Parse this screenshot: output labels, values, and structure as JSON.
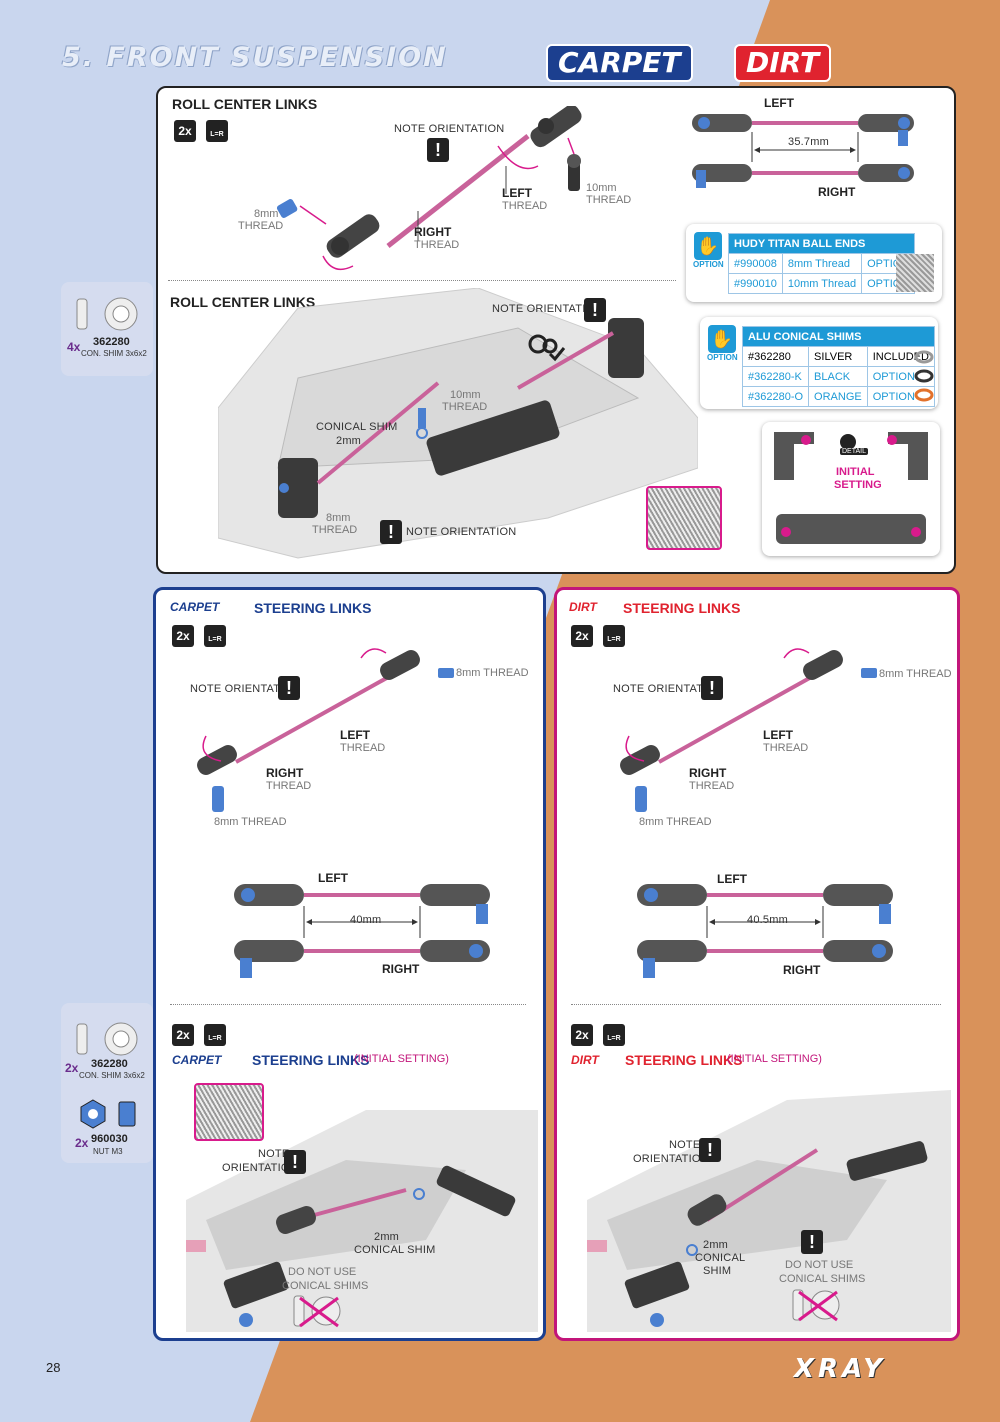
{
  "page": {
    "title": "5. FRONT SUSPENSION",
    "badge_carpet": "CARPET",
    "badge_dirt": "DIRT",
    "page_number": "28",
    "brand": "XRAY"
  },
  "top_panel": {
    "roll_center_title": "ROLL CENTER LINKS",
    "qty": "2x",
    "lr_label": "L=R",
    "note_orientation": "NOTE ORIENTATION",
    "left": "LEFT",
    "right": "RIGHT",
    "thread": "THREAD",
    "mm8": "8mm",
    "mm10": "10mm",
    "length": "35.7mm",
    "roll_center_title_2": "ROLL CENTER LINKS",
    "conical_shim": "CONICAL SHIM",
    "conical_shim_size": "2mm",
    "initial_setting_1": "INITIAL",
    "initial_setting_2": "SETTING",
    "detail": "DETAIL"
  },
  "option_hudy": {
    "option_word": "OPTION",
    "header": "HUDY TITAN BALL ENDS",
    "rows": [
      [
        "#990008",
        "8mm Thread",
        "OPTION"
      ],
      [
        "#990010",
        "10mm Thread",
        "OPTION"
      ]
    ]
  },
  "option_shims": {
    "option_word": "OPTION",
    "header": "ALU CONICAL SHIMS",
    "rows": [
      [
        "#362280",
        "SILVER",
        "INCLUDED"
      ],
      [
        "#362280-K",
        "BLACK",
        "OPTION"
      ],
      [
        "#362280-O",
        "ORANGE",
        "OPTION"
      ]
    ]
  },
  "parts_1": {
    "qty": "4x",
    "number": "362280",
    "name": "CON. SHIM 3x6x2"
  },
  "parts_2": {
    "qty1": "2x",
    "number1": "362280",
    "name1": "CON. SHIM 3x6x2",
    "qty2": "2x",
    "number2": "960030",
    "name2": "NUT M3"
  },
  "carpet": {
    "logo": "CARPET",
    "title": "STEERING LINKS",
    "qty": "2x",
    "lr_label": "L=R",
    "note_orientation": "NOTE ORIENTATION",
    "thread_8": "8mm THREAD",
    "left": "LEFT",
    "right": "RIGHT",
    "thread": "THREAD",
    "length": "40mm",
    "initial_title": "STEERING LINKS",
    "initial_setting": "(INITIAL SETTING)",
    "note": "NOTE",
    "orientation": "ORIENTATION",
    "shim_size": "2mm",
    "conical_shim": "CONICAL SHIM",
    "do_not_use": "DO NOT USE",
    "conical_shims": "CONICAL SHIMS"
  },
  "dirt": {
    "logo": "DIRT",
    "title": "STEERING LINKS",
    "qty": "2x",
    "lr_label": "L=R",
    "note_orientation": "NOTE ORIENTATION",
    "thread_8": "8mm THREAD",
    "left": "LEFT",
    "right": "RIGHT",
    "thread": "THREAD",
    "length": "40.5mm",
    "initial_title": "STEERING LINKS",
    "initial_setting": "(INITIAL SETTING)",
    "note": "NOTE",
    "orientation": "ORIENTATION",
    "shim_size": "2mm",
    "conical": "CONICAL",
    "shim": "SHIM",
    "do_not_use": "DO NOT USE",
    "conical_shims": "CONICAL SHIMS"
  },
  "colors": {
    "carpet_blue": "#1c3f8f",
    "dirt_red": "#e0232f",
    "magenta": "#c2157a",
    "orange_bg": "#d9925a",
    "blue_bg": "#c9d6ee",
    "option_blue": "#1e9ad6"
  }
}
